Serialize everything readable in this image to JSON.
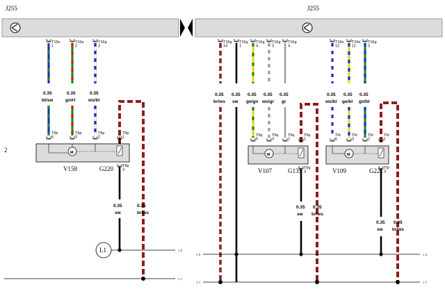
{
  "left": {
    "title": "J255",
    "row_marker": "2",
    "pins": [
      "T16e\n1",
      "T16e\n2",
      "T16g\n2"
    ],
    "wire_labels": [
      [
        "0.35",
        "bl/sw"
      ],
      [
        "0.35",
        "gn/rt"
      ],
      [
        "0.35",
        "ws/bl"
      ]
    ],
    "motor_pins": [
      "T6p\n6",
      "T6p\n3",
      "T6p\n2",
      "T6p\n1"
    ],
    "below_pin": "T6p\n3",
    "motor_name": "V158",
    "sensor_name": "G220",
    "gnd_wire": [
      "0.35",
      "sw"
    ],
    "ret_wire": [
      "0.35",
      "br/ws"
    ],
    "circle_label": "L1",
    "bus_labels": [
      "1.6",
      "1.7"
    ]
  },
  "right": {
    "title": "J255",
    "pins": [
      "T16g\n14",
      "T16g\n1",
      "T16g\n4",
      "T16g\n3",
      "T16g\n4",
      "T16e\n12",
      "T16e\n11",
      "T16g\n3"
    ],
    "wire_labels": [
      [
        "0.35",
        "br/ws"
      ],
      [
        "0.35",
        "sw"
      ],
      [
        "0.35",
        "ge/gn"
      ],
      [
        "0.35",
        "ws/gr"
      ],
      [
        "0.35",
        "gr"
      ],
      [
        "0.35",
        "ws/bl"
      ],
      [
        "0.35",
        "ge/bl"
      ],
      [
        "0.35",
        "gn/bl"
      ]
    ],
    "mid_pins": [
      "T6q\n6",
      "T6q\n3",
      "T6q\n2",
      "T6q\n1",
      "T6r\n6",
      "T6r\n3",
      "T6r\n2",
      "T6r\n1"
    ],
    "below_pins": [
      "T6q\n3",
      "T6r\n3"
    ],
    "component_names": [
      "V107",
      "G135",
      "V109",
      "G221"
    ],
    "bottom_wires": [
      [
        "0.35",
        "sw"
      ],
      [
        "0.35",
        "br/ws"
      ],
      [
        "0.35",
        "sw"
      ],
      [
        "0.35",
        "br/ws"
      ]
    ],
    "bus_labels": [
      "1.6",
      "1.7",
      "1.6",
      "1.7"
    ]
  },
  "colors": {
    "bar": "#dcdcdc",
    "brown": "#8b1e1e",
    "blue": "#1f2dc9",
    "green": "#1a8c1a",
    "red": "#c81e1e",
    "yellow": "#e6d81a",
    "gray": "#9a9a9a"
  }
}
